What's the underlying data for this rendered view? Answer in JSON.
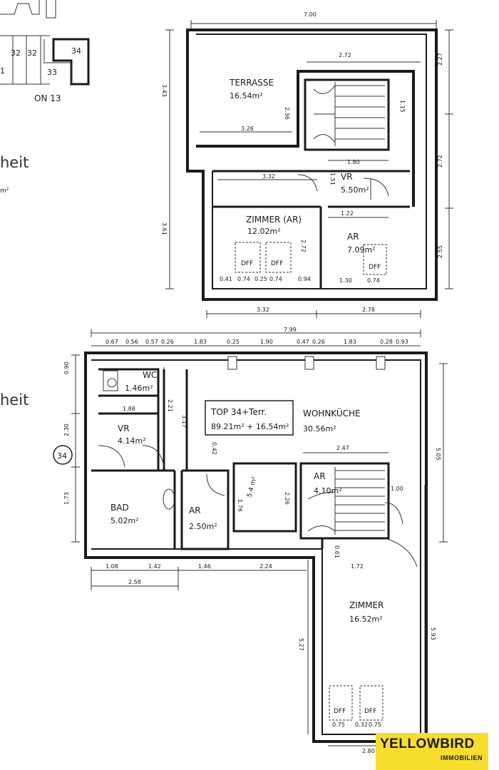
{
  "overview": {
    "units": [
      "32",
      "32",
      "34",
      "33"
    ],
    "floor_label": "ON 13",
    "edge_number": "1",
    "cut_text_1": "heit",
    "cut_text_2": "heit",
    "cut_unit": "m²"
  },
  "upper_floor": {
    "rooms": {
      "terrasse": {
        "name": "TERRASSE",
        "area": "16.54m²"
      },
      "zimmer_ar": {
        "name": "ZIMMER (AR)",
        "area": "12.02m²"
      },
      "vr": {
        "name": "VR",
        "area": "5.50m²"
      },
      "ar": {
        "name": "AR",
        "area": "7.09m²"
      }
    },
    "dims": {
      "top_width": "7.00",
      "stair_width": "2.72",
      "terrace_inner_w": "3.26",
      "terrace_depth": "2.36",
      "left_height": "3.43",
      "right_top": "2.27",
      "right_mid": "2.72",
      "right_low": "2.55",
      "stair_side": "1.15",
      "vr_w": "1.80",
      "vr_h": "1.51",
      "zimmer_w": "3.32",
      "zimmer_h": "2.72",
      "left_low": "3.61",
      "ar_w": "1.22",
      "window_1": "0.41",
      "window_2": "0.74",
      "window_3": "0.25",
      "window_4": "0.74",
      "window_5": "0.94",
      "ar_win_1": "1.30",
      "ar_win_2": "0.74",
      "bottom_1": "3.32",
      "bottom_2": "2.78",
      "window_label": "DFF"
    }
  },
  "lower_floor": {
    "label_box": {
      "line1": "TOP 34+Terr.",
      "line2": "89.21m² + 16,54m²"
    },
    "unit_marker": "34",
    "rooms": {
      "wc": {
        "name": "WC",
        "area": "1.46m²"
      },
      "vr": {
        "name": "VR",
        "area": "4.14m²"
      },
      "bad": {
        "name": "BAD",
        "area": "5.02m²"
      },
      "ar1": {
        "name": "AR",
        "area": "2.50m²"
      },
      "wohnkueche": {
        "name": "WOHNKÜCHE",
        "area": "30.56m²"
      },
      "ar2": {
        "name": "AR",
        "area": "4.10m²"
      },
      "zimmer": {
        "name": "ZIMMER",
        "area": "16.52m²"
      }
    },
    "dims": {
      "total_w": "7.99",
      "top_1": "0.67",
      "top_2": "0.56",
      "top_3": "0.57",
      "top_4": "0.26",
      "top_5": "1.83",
      "top_6": "0.25",
      "top_7": "1.90",
      "top_8": "0.47",
      "top_9": "0.26",
      "top_10": "1.83",
      "top_11": "0.28",
      "top_12": "0.93",
      "left_1": "0.90",
      "left_2": "2.30",
      "left_3": "1.73",
      "vr_w": "1.88",
      "inner_h1": "2.21",
      "inner_h2": "3.17",
      "inner_h3": "0.42",
      "kitchen_h1": "1.76",
      "kitchen_h2": "2.26",
      "stair_w": "2.47",
      "stair_d": "1.00",
      "right_h": "5.05",
      "zimmer_top_gap": "0.61",
      "zimmer_w_top": "1.72",
      "zimmer_h": "5.27",
      "right_h2": "5.93",
      "bottom_1": "1.08",
      "bottom_2": "1.42",
      "bottom_3": "1.46",
      "bottom_4": "2.24",
      "bottom_total": "2.58",
      "zimmer_win_1": "0.75",
      "zimmer_win_2": "0.32",
      "zimmer_win_3": "0.75",
      "zimmer_bottom": "2.80",
      "sketch_area": "5.4 m²",
      "window_label": "DFF"
    }
  },
  "branding": {
    "name": "YELLOWBIRD",
    "sub": "IMMOBILIEN",
    "color": "#f7dd2e"
  }
}
